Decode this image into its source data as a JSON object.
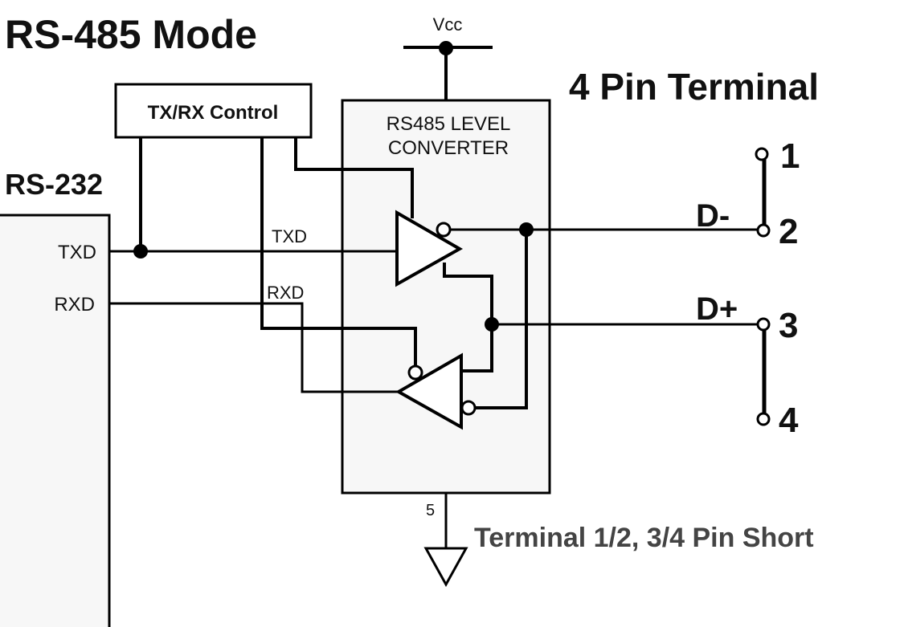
{
  "title": "RS-485 Mode",
  "rs232": {
    "label": "RS-232",
    "pins": {
      "txd": "TXD",
      "rxd": "RXD"
    }
  },
  "control": {
    "label": "TX/RX Control"
  },
  "power": {
    "vcc": "Vcc",
    "ground_pin": "5"
  },
  "converter": {
    "line1": "RS485 LEVEL",
    "line2": "CONVERTER"
  },
  "signals": {
    "txd": "TXD",
    "rxd": "RXD",
    "d_minus": "D-",
    "d_plus": "D+"
  },
  "terminal": {
    "title": "4 Pin Terminal",
    "pins": [
      "1",
      "2",
      "3",
      "4"
    ]
  },
  "note": "Terminal 1/2, 3/4  Pin Short",
  "colors": {
    "line": "#000000",
    "note_text": "#444444",
    "panel_fill": "#f7f7f7"
  }
}
